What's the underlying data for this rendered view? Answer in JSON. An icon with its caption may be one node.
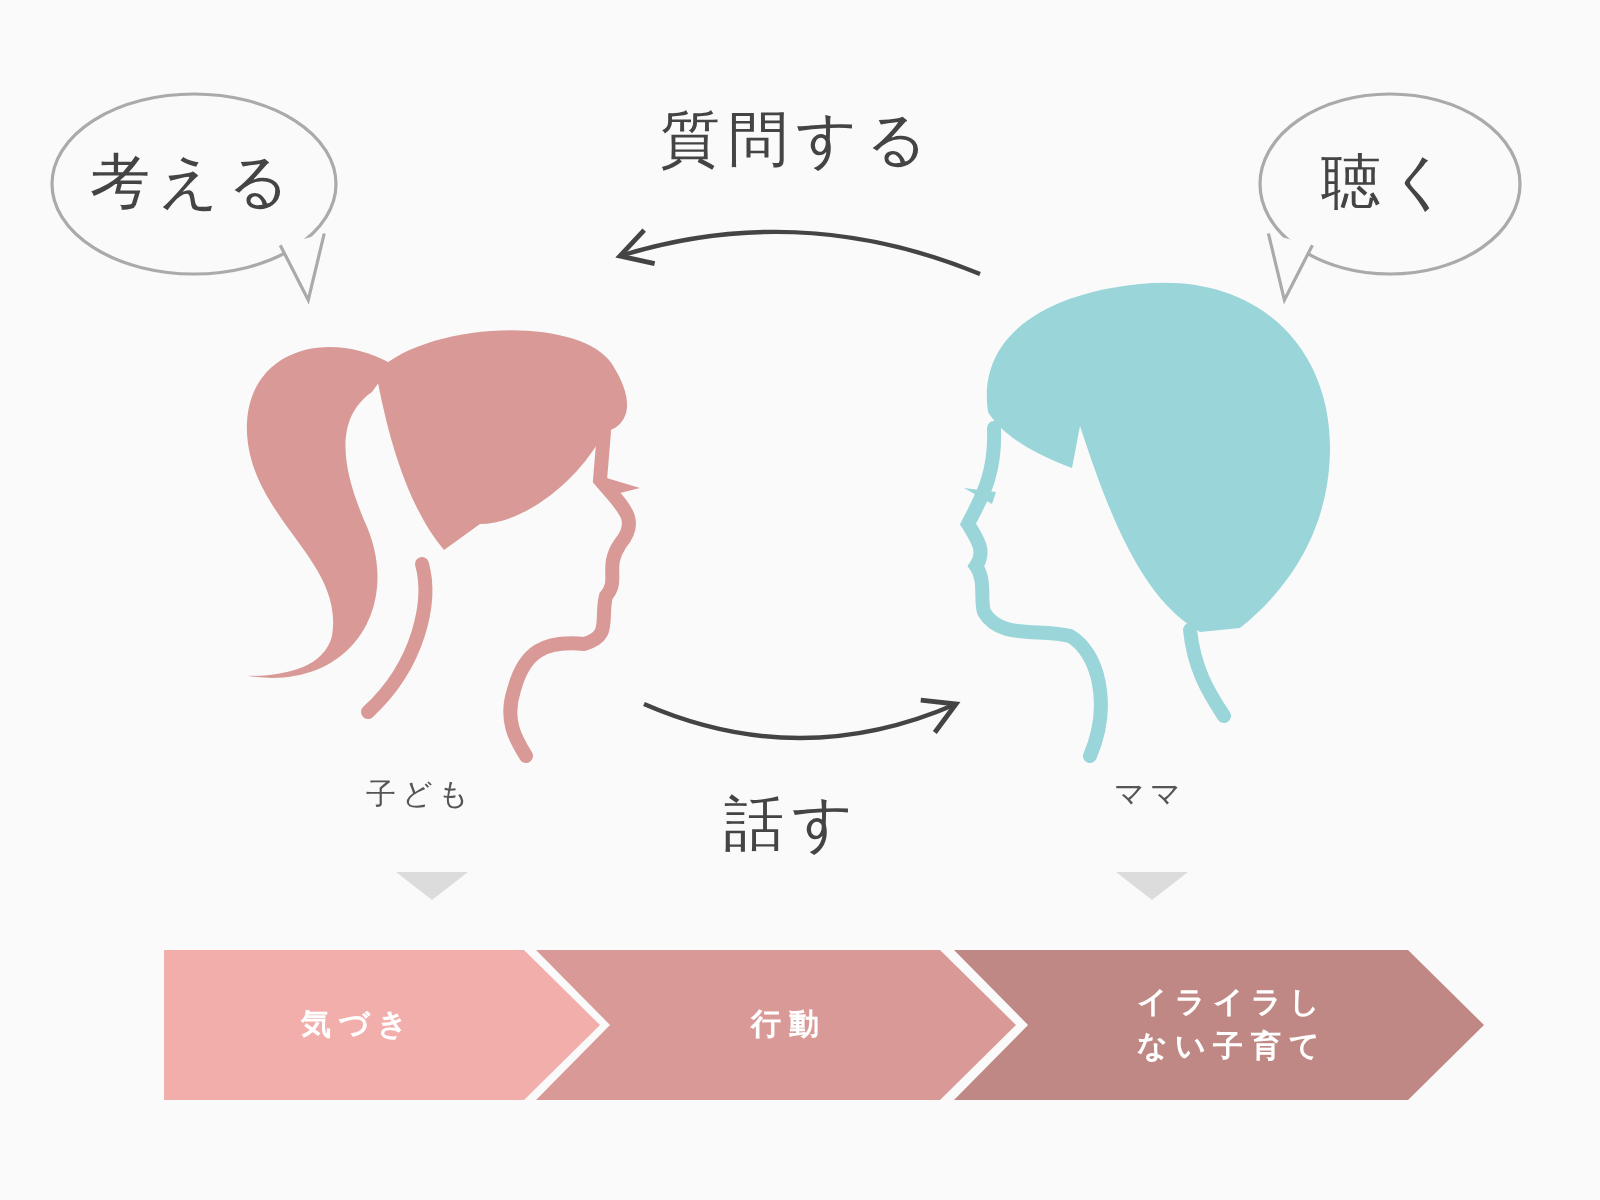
{
  "diagram": {
    "nodes": [
      {
        "text": [
          "考える"
        ]
      },
      {
        "text": [],
        "shape": "picture",
        "beside": [
          "子ども"
        ]
      },
      {
        "text": [],
        "shape": "picture",
        "beside": [
          "ママ"
        ]
      },
      {
        "text": [
          "聴く"
        ]
      },
      {
        "text": [
          "気づき"
        ]
      },
      {
        "text": [
          "行動"
        ]
      },
      {
        "text": [
          "イライラしない子育て"
        ]
      }
    ],
    "edges": [
      {
        "from": 2,
        "to": 1,
        "arrow": "to",
        "label": "質問する"
      },
      {
        "from": 1,
        "to": 2,
        "arrow": "to",
        "label": "話す"
      }
    ]
  }
}
